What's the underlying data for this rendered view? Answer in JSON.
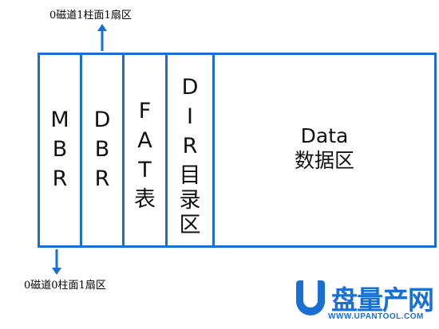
{
  "top_caption": "0磁道1柱面1扇区",
  "bottom_caption": "0磁道0柱面1扇区",
  "colors": {
    "border": "#1a6fd3",
    "arrow": "#1a6fd3",
    "logo": "#1a6fd3"
  },
  "partitions": [
    {
      "name": "MBR",
      "lines": [
        "M",
        "B",
        "R"
      ]
    },
    {
      "name": "DBR",
      "lines": [
        "D",
        "B",
        "R"
      ]
    },
    {
      "name": "FAT",
      "lines": [
        "F",
        "A",
        "T",
        "表"
      ]
    },
    {
      "name": "DIR",
      "lines": [
        "D",
        "I",
        "R",
        "目",
        "录",
        "区"
      ]
    },
    {
      "name": "Data",
      "lines": [
        "Data",
        "数据区"
      ]
    }
  ],
  "watermark": {
    "name": "盘量产网",
    "url": "WWW.UPANTOOL.COM",
    "icon": "u-logo-icon"
  }
}
